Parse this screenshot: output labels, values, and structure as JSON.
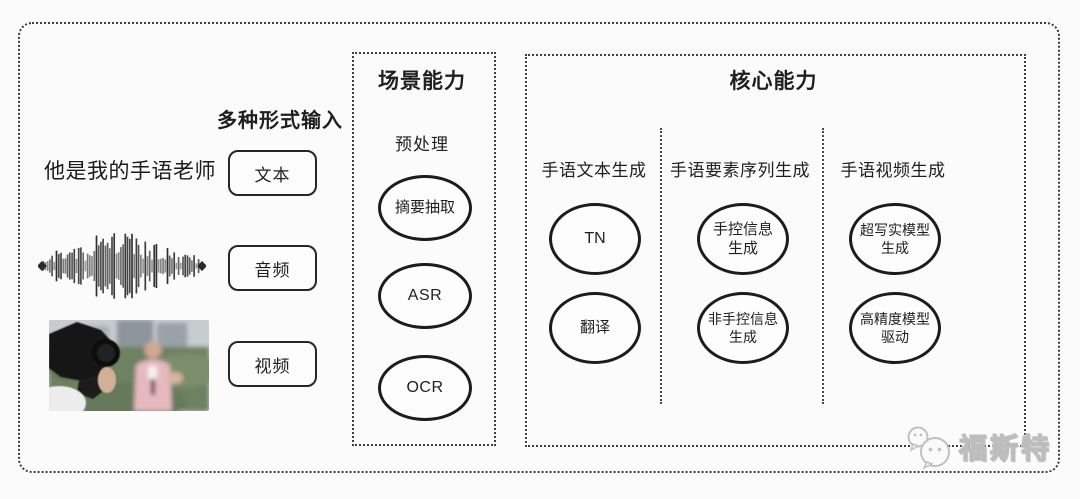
{
  "diagram": {
    "input": {
      "label": "多种形式输入",
      "sample_text": "他是我的手语老师",
      "types": [
        {
          "label": "文本"
        },
        {
          "label": "音频"
        },
        {
          "label": "视频"
        }
      ]
    },
    "scene": {
      "title": "场景能力",
      "subtitle": "预处理",
      "nodes": [
        "摘要抽取",
        "ASR",
        "OCR"
      ]
    },
    "core": {
      "title": "核心能力",
      "columns": [
        {
          "header": "手语文本生成",
          "nodes": [
            "TN",
            "翻译"
          ]
        },
        {
          "header": "手语要素序列生成",
          "nodes": [
            "手控信息\n生成",
            "非手控信息\n生成"
          ]
        },
        {
          "header": "手语视频生成",
          "nodes": [
            "超写实模型\n生成",
            "高精度模型\n驱动"
          ]
        }
      ]
    },
    "watermark": {
      "icon": "wechat-icon",
      "text": "福斯特"
    },
    "colors": {
      "stroke": "#1c1c1c",
      "dotted_border": "#3c3c3c",
      "background": "#fbfbfb",
      "watermark_gray": "#c4c4c4"
    }
  }
}
